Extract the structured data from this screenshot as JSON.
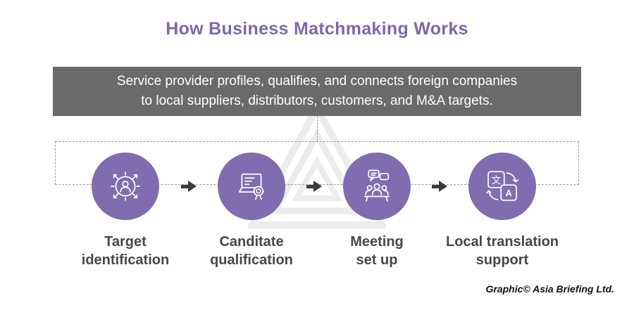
{
  "title": "How Business Matchmaking Works",
  "banner": {
    "line1": "Service provider profiles, qualifies, and connects foreign companies",
    "line2": "to local suppliers, distributors, customers, and M&A targets."
  },
  "steps": [
    {
      "label_line1": "Target",
      "label_line2": "identification",
      "icon": "target-identification-icon"
    },
    {
      "label_line1": "Canditate",
      "label_line2": "qualification",
      "icon": "candidate-qualification-icon"
    },
    {
      "label_line1": "Meeting",
      "label_line2": "set up",
      "icon": "meeting-setup-icon"
    },
    {
      "label_line1": "Local translation",
      "label_line2": "support",
      "icon": "translation-support-icon",
      "glyph_source": "文",
      "glyph_target": "A"
    }
  ],
  "credit": "Graphic© Asia Briefing Ltd.",
  "colors": {
    "title_purple": "#7d67ab",
    "circle_purple": "#7f6db0",
    "banner_gray": "#6a6a6a",
    "label_gray": "#474747",
    "arrow_dark": "#3c3c3c",
    "dash_gray": "#9a9a9a",
    "watermark_gray": "#ececec"
  }
}
